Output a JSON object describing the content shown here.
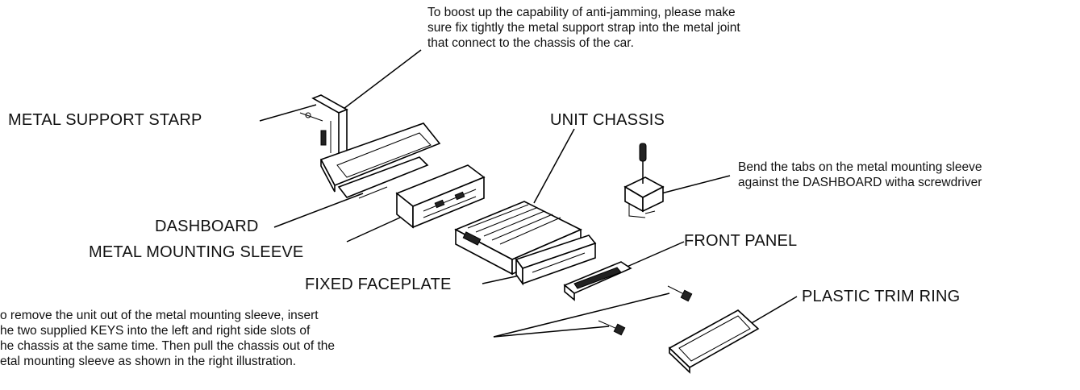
{
  "labels": {
    "metal_support_strap": "METAL SUPPORT STARP",
    "unit_chassis": "UNIT CHASSIS",
    "dashboard": "DASHBOARD",
    "metal_mounting_sleeve": "METAL MOUNTING SLEEVE",
    "front_panel": "FRONT PANEL",
    "fixed_faceplate": "FIXED FACEPLATE",
    "plastic_trim_ring": "PLASTIC TRIM RING"
  },
  "notes": {
    "anti_jamming": "To boost up the capability of anti-jamming, please make\nsure fix tightly the metal support strap into the metal joint\nthat connect to the chassis of the car.",
    "bend_tabs": "Bend the tabs on the metal mounting sleeve\nagainst the DASHBOARD witha screwdriver",
    "remove_unit": "o remove the unit out of the metal mounting sleeve, insert\nhe two supplied KEYS into the left and right side slots of\nhe chassis at the same time. Then pull the chassis out of the\netal mounting sleeve as shown in the right illustration."
  }
}
